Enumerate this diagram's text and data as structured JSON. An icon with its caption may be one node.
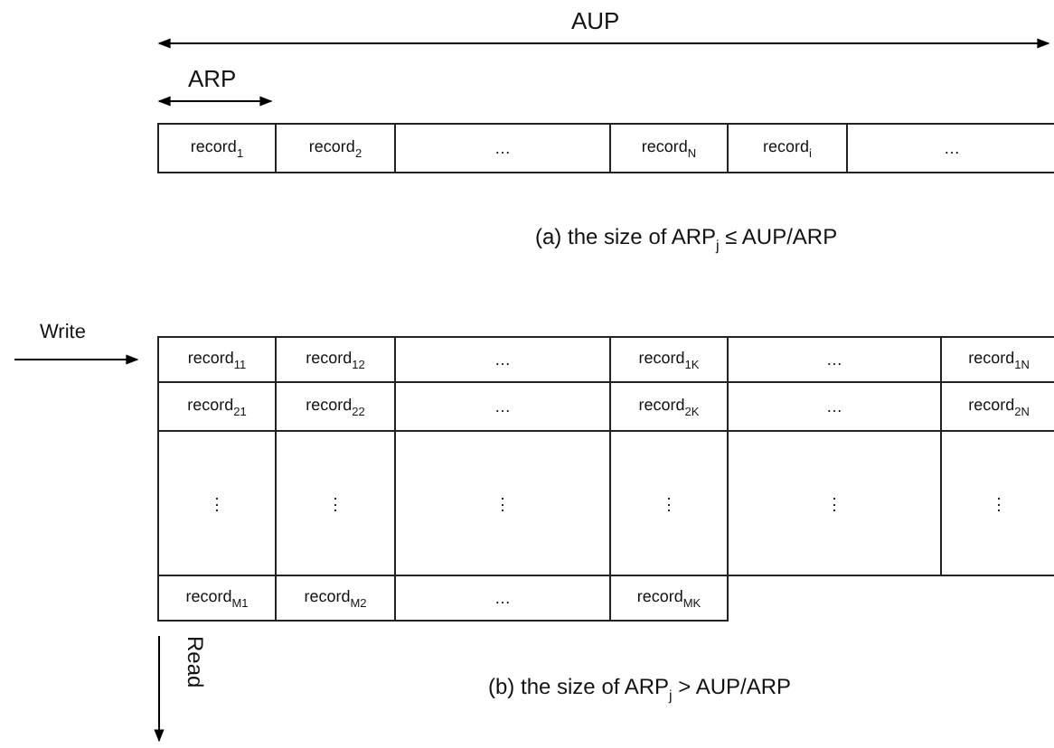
{
  "diagram": {
    "labels": [
      "AUP",
      "ARP",
      "record$_{1}$",
      "record$_{2}$",
      "…",
      "record$_{N}$",
      "record$_{i}$",
      "…",
      "(a) the size of ARP$_{j}$ ≤ AUP/ARP",
      "Write",
      "record$_{11}$",
      "record$_{12}$",
      "…",
      "record$_{1K}$",
      "…",
      "record$_{1N}$",
      "record$_{21}$",
      "record$_{22}$",
      "…",
      "record$_{2K}$",
      "…",
      "record$_{2N}$",
      "⋮",
      "⋮",
      "⋮",
      "⋮",
      "⋮",
      "⋮",
      "record$_{M1}$",
      "record$_{M2}$",
      "…",
      "record$_{MK}$",
      "Read",
      "(b) the size of ARP$_{j}$ > AUP/ARP"
    ]
  }
}
